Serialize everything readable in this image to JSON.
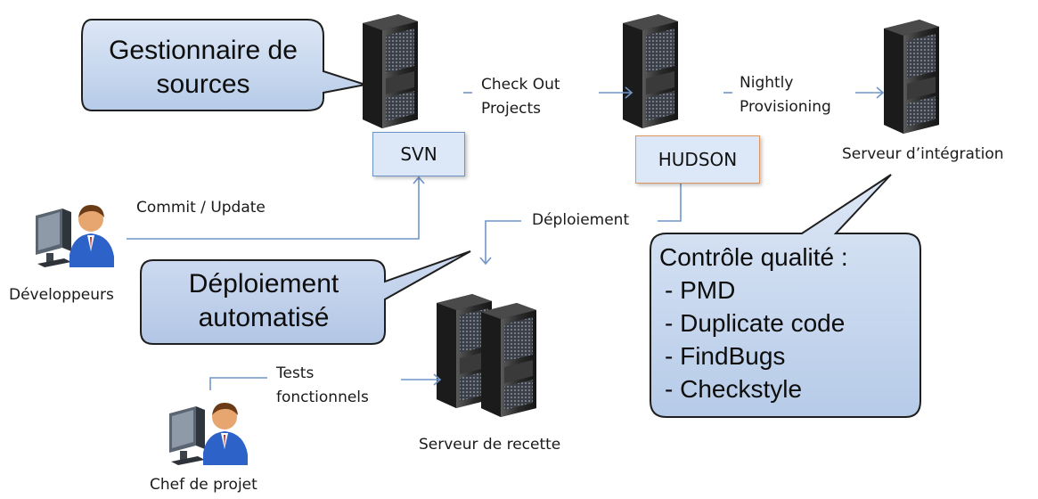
{
  "callouts": {
    "sources": [
      "Gestionnaire de",
      "sources"
    ],
    "deploy": [
      "Déploiement",
      "automatisé"
    ],
    "quality": {
      "title": "Contrôle qualité :",
      "items": [
        "- PMD",
        "- Duplicate code",
        "- FindBugs",
        "- Checkstyle"
      ]
    }
  },
  "servers": {
    "svn_box": "SVN",
    "hudson_box": "HUDSON",
    "integration_label": "Serveur d’intégration",
    "recette_label": "Serveur de recette"
  },
  "flows": {
    "checkout": [
      "Check Out",
      "Projects"
    ],
    "nightly": [
      "Nightly",
      "Provisioning"
    ],
    "commit": "Commit / Update",
    "deploiement": "Déploiement",
    "tests": [
      "Tests",
      "fonctionnels"
    ]
  },
  "actors": {
    "developers": "Développeurs",
    "project_lead": "Chef de projet"
  },
  "colors": {
    "connector": "#6f95c9",
    "callout_fill": "#c9d8ef",
    "svn_border": "#6c93c5",
    "hudson_border": "#e0955a"
  },
  "icons": {
    "server": "server-tower-icon",
    "user": "user-at-computer-icon"
  }
}
